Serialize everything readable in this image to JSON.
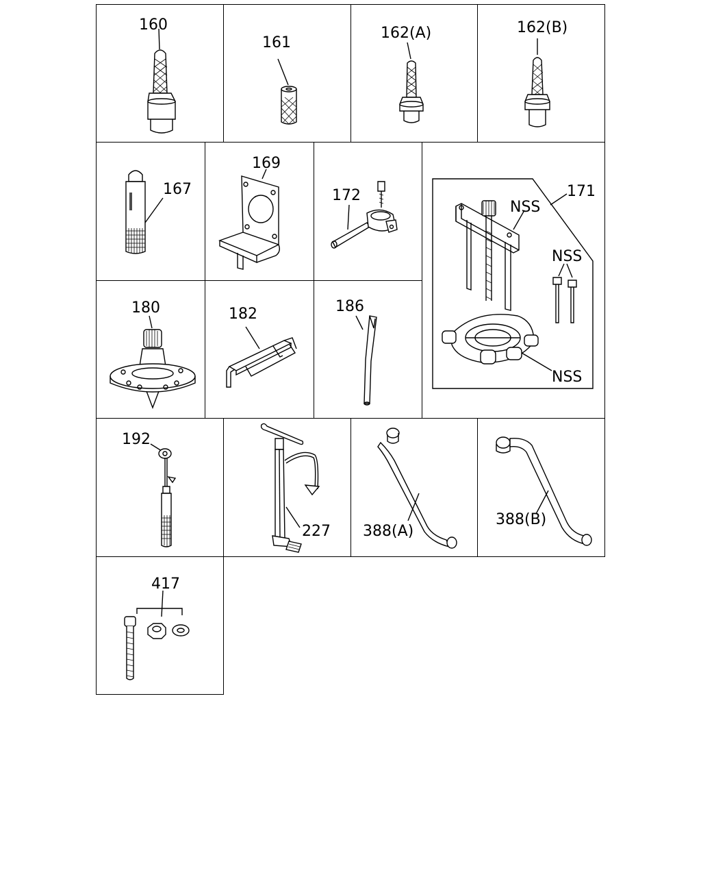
{
  "parts": [
    {
      "id": "p160",
      "label": "160"
    },
    {
      "id": "p161",
      "label": "161"
    },
    {
      "id": "p162a",
      "label": "162(A)"
    },
    {
      "id": "p162b",
      "label": "162(B)"
    },
    {
      "id": "p167",
      "label": "167"
    },
    {
      "id": "p169",
      "label": "169"
    },
    {
      "id": "p172",
      "label": "172"
    },
    {
      "id": "p171",
      "label": "171"
    },
    {
      "id": "p180",
      "label": "180"
    },
    {
      "id": "p182",
      "label": "182"
    },
    {
      "id": "p186",
      "label": "186"
    },
    {
      "id": "p192",
      "label": "192"
    },
    {
      "id": "p227",
      "label": "227"
    },
    {
      "id": "p388a",
      "label": "388(A)"
    },
    {
      "id": "p388b",
      "label": "388(B)"
    },
    {
      "id": "p417",
      "label": "417"
    }
  ],
  "kit_171_sub_labels": [
    "NSS",
    "NSS",
    "NSS"
  ]
}
